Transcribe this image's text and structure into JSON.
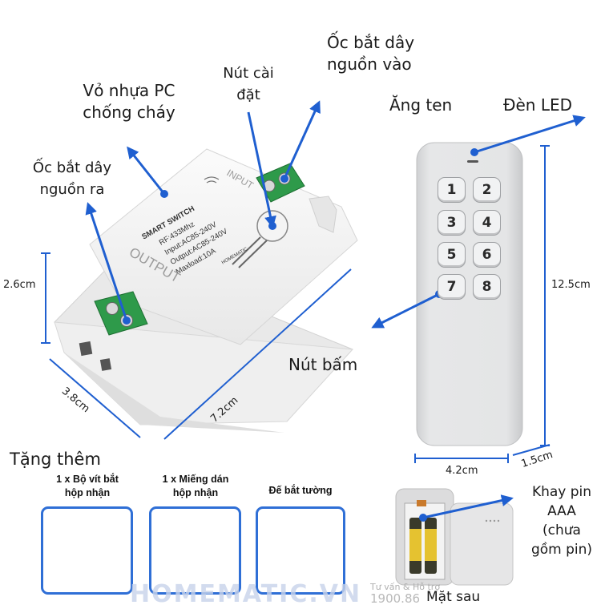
{
  "labels": {
    "casing": "Vỏ nhựa PC\nchống cháy",
    "setup_button": "Nút cài\nđặt",
    "input_terminal": "Ốc bắt dây\nnguồn vào",
    "output_terminal": "Ốc bắt dây\nnguồn ra",
    "antenna": "Ăng ten",
    "led": "Đèn LED",
    "buttons": "Nút bấm",
    "battery_tray": "Khay pin\nAAA\n(chưa\ngồm pin)",
    "back_side": "Mặt sau",
    "gifts_title": "Tặng thêm"
  },
  "dimensions": {
    "height": "2.6cm",
    "width": "3.8cm",
    "length": "7.2cm",
    "remote_length": "12.5cm",
    "remote_width": "4.2cm",
    "remote_thickness": "1.5cm"
  },
  "device": {
    "brand": "SMART SWITCH",
    "freq": "RF:433Mhz",
    "input": "Input:AC85-240V",
    "output": "Output:AC85-240V",
    "maxload": "Maxload:10A",
    "output_word": "OUTPUT",
    "input_word": "INPUT",
    "logo": "HOMEMATIC"
  },
  "remote": {
    "keys": [
      "1",
      "2",
      "3",
      "4",
      "5",
      "6",
      "7",
      "8"
    ]
  },
  "gifts": [
    {
      "caption": "1 x Bộ vít bắt\nhộp nhận"
    },
    {
      "caption": "1 x Miếng dán\nhộp nhận"
    },
    {
      "caption": "Đế bắt tường"
    }
  ],
  "watermark": {
    "brand": "HOMEMATIC.VN",
    "support": "Tư vấn & Hỗ trợ",
    "phone": "1900.86"
  },
  "colors": {
    "arrow": "#1f5fd0",
    "terminal": "#2e9a4a",
    "frame": "#2f6fd6"
  }
}
